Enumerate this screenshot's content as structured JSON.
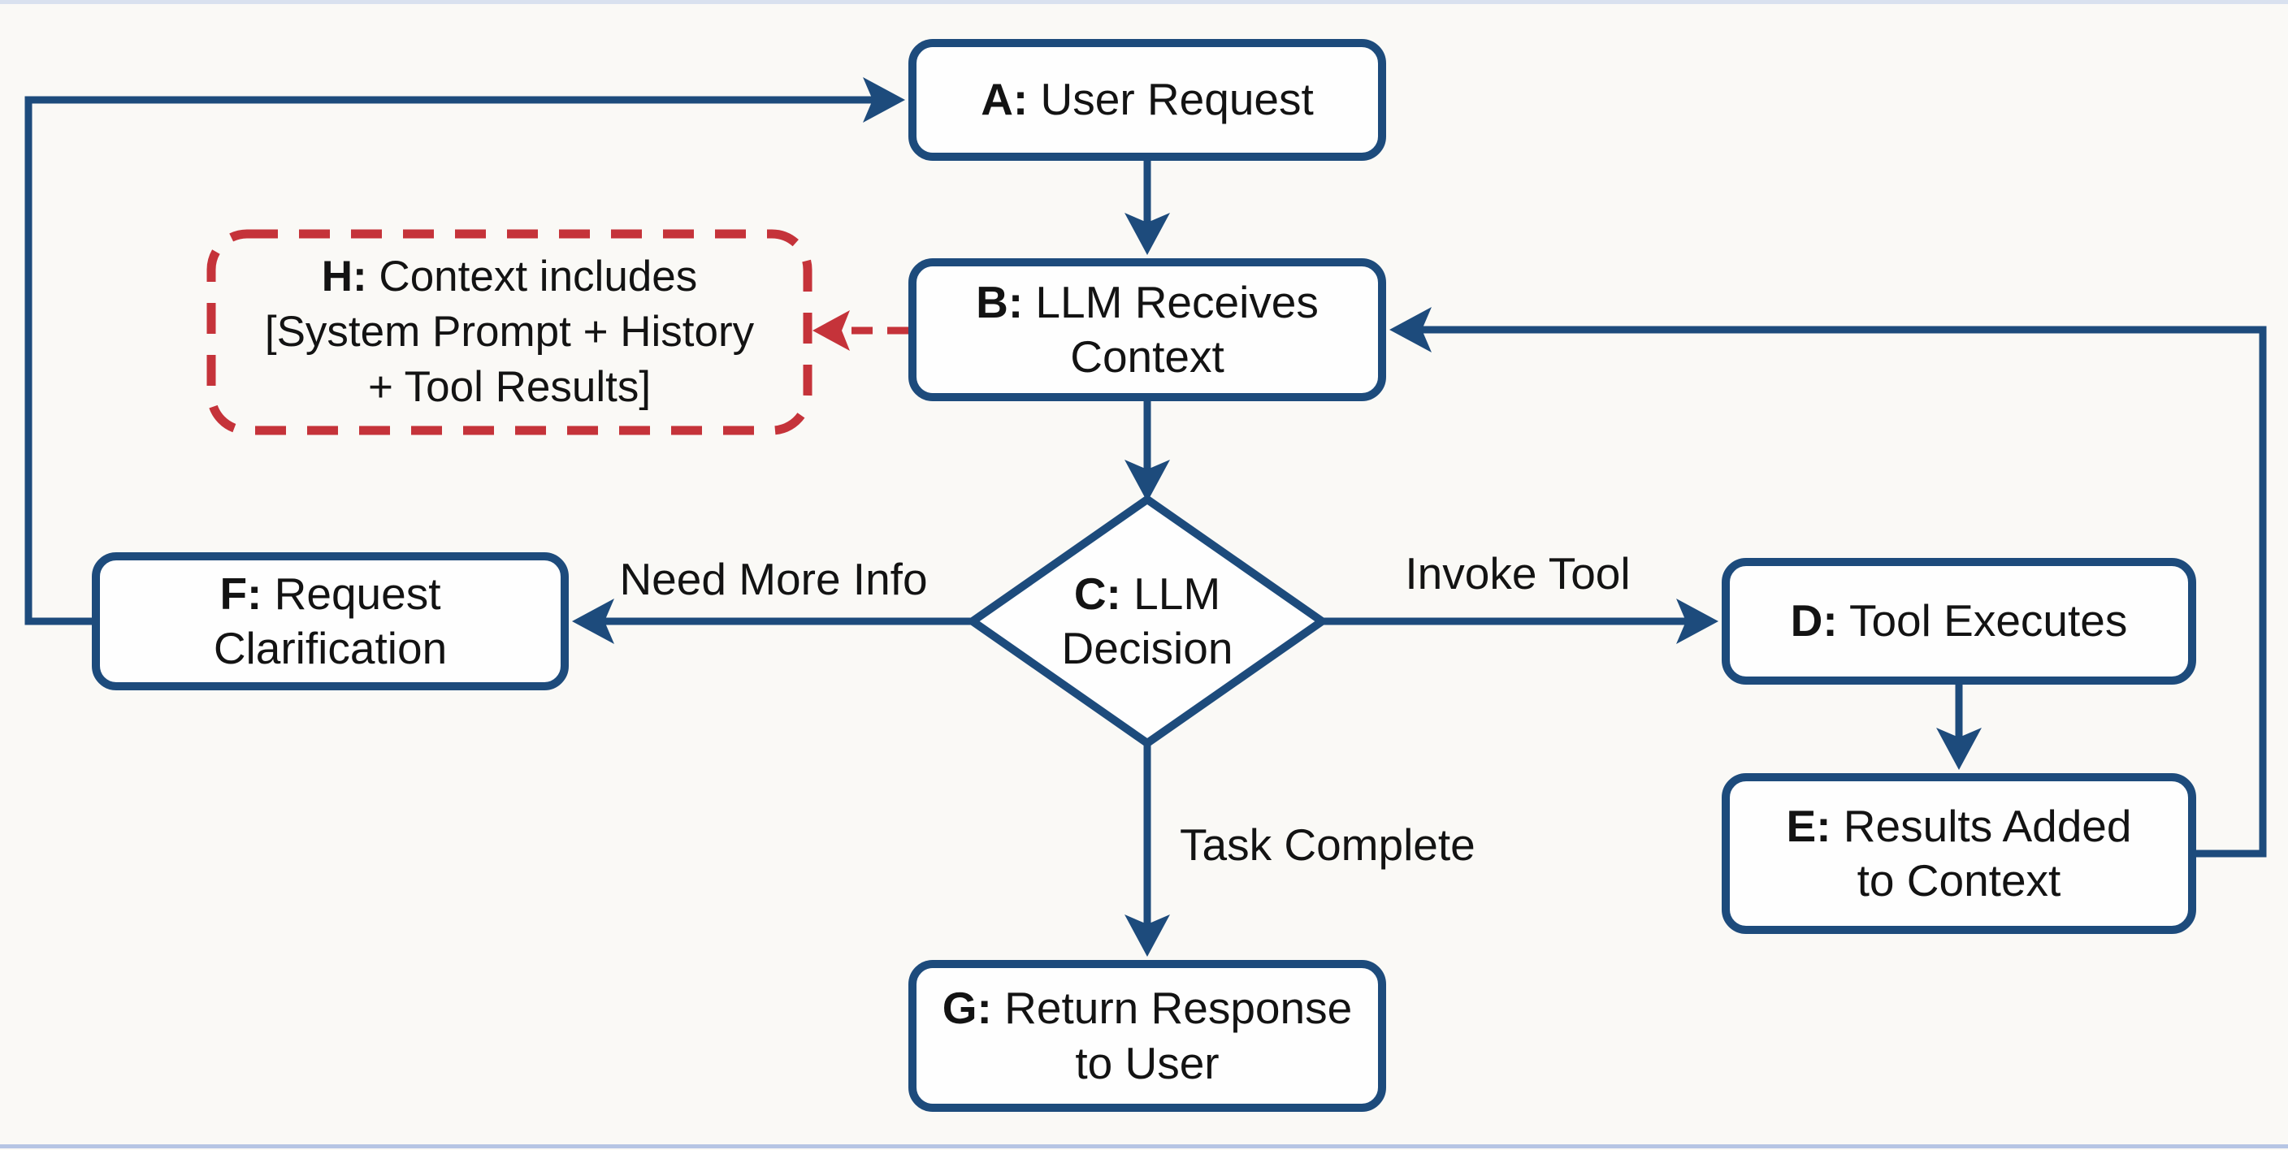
{
  "diagram": {
    "title": "LLM agent loop flowchart",
    "colors": {
      "line_navy": "#1d4b7c",
      "accent_red": "#c5333a",
      "node_fill": "#fefefe",
      "text": "#131313",
      "background": "#faf9f6"
    },
    "nodes": {
      "A": {
        "prefix": "A:",
        "text1": " User Request",
        "text2": "",
        "text3": "",
        "shape": "rounded-rect"
      },
      "B": {
        "prefix": "B:",
        "text1": " LLM Receives",
        "text2": "Context",
        "text3": "",
        "shape": "rounded-rect"
      },
      "H": {
        "prefix": "H:",
        "text1": " Context includes",
        "text2": "[System Prompt + History",
        "text3": "+ Tool Results]",
        "shape": "dashed-rounded-rect"
      },
      "C": {
        "prefix": "C:",
        "text1": " LLM",
        "text2": "Decision",
        "text3": "",
        "shape": "diamond"
      },
      "F": {
        "prefix": "F:",
        "text1": " Request",
        "text2": "Clarification",
        "text3": "",
        "shape": "rounded-rect"
      },
      "D": {
        "prefix": "D:",
        "text1": " Tool Executes",
        "text2": "",
        "text3": "",
        "shape": "rounded-rect"
      },
      "E": {
        "prefix": "E:",
        "text1": " Results Added",
        "text2": "to Context",
        "text3": "",
        "shape": "rounded-rect"
      },
      "G": {
        "prefix": "G:",
        "text1": " Return Response",
        "text2": "to User",
        "text3": "",
        "shape": "rounded-rect"
      }
    },
    "edge_labels": {
      "need_more_info": "Need More Info",
      "invoke_tool": "Invoke Tool",
      "task_complete": "Task Complete"
    },
    "edges": [
      {
        "from": "A",
        "to": "B",
        "label": "",
        "style": "solid"
      },
      {
        "from": "B",
        "to": "H",
        "label": "",
        "style": "dashed-red"
      },
      {
        "from": "B",
        "to": "C",
        "label": "",
        "style": "solid"
      },
      {
        "from": "C",
        "to": "F",
        "label": "Need More Info",
        "style": "solid"
      },
      {
        "from": "C",
        "to": "D",
        "label": "Invoke Tool",
        "style": "solid"
      },
      {
        "from": "C",
        "to": "G",
        "label": "Task Complete",
        "style": "solid"
      },
      {
        "from": "D",
        "to": "E",
        "label": "",
        "style": "solid"
      },
      {
        "from": "E",
        "to": "B",
        "label": "",
        "style": "solid"
      },
      {
        "from": "F",
        "to": "A",
        "label": "",
        "style": "solid"
      }
    ]
  }
}
